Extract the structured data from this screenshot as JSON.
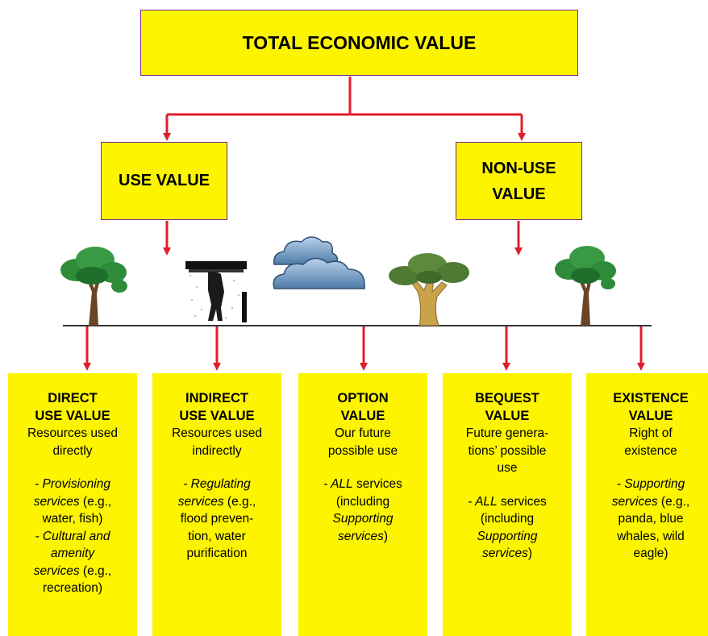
{
  "total": "TOTAL ECONOMIC VALUE",
  "use_value": "USE VALUE",
  "non_use_value": [
    "NON-USE",
    "VALUE"
  ],
  "columns": [
    {
      "title": [
        "DIRECT",
        "USE VALUE"
      ],
      "desc": [
        "Resources used",
        "directly"
      ],
      "services": [
        [
          {
            "t": "- ",
            "i": true
          },
          {
            "t": "Provisioning",
            "i": true
          }
        ],
        [
          {
            "t": "services",
            "i": true
          },
          {
            "t": " (e.g.,",
            "i": false
          }
        ],
        [
          {
            "t": "water, fish)",
            "i": false
          }
        ],
        [
          {
            "t": "- Cultural and",
            "i": true
          }
        ],
        [
          {
            "t": "amenity",
            "i": true
          }
        ],
        [
          {
            "t": "services",
            "i": true
          },
          {
            "t": " (e.g.,",
            "i": false
          }
        ],
        [
          {
            "t": "recreation)",
            "i": false
          }
        ]
      ]
    },
    {
      "title": [
        "INDIRECT",
        "USE VALUE"
      ],
      "desc": [
        "Resources used",
        "indirectly"
      ],
      "services": [
        [
          {
            "t": "- Regulating",
            "i": true
          }
        ],
        [
          {
            "t": "services",
            "i": true
          },
          {
            "t": " (e.g.,",
            "i": false
          }
        ],
        [
          {
            "t": "flood preven-",
            "i": false
          }
        ],
        [
          {
            "t": "tion, water",
            "i": false
          }
        ],
        [
          {
            "t": "purification",
            "i": false
          }
        ]
      ]
    },
    {
      "title": [
        "OPTION",
        "VALUE"
      ],
      "desc": [
        "Our future",
        "possible use"
      ],
      "services": [
        [
          {
            "t": "- ALL",
            "i": true
          },
          {
            "t": " services",
            "i": false
          }
        ],
        [
          {
            "t": "(including",
            "i": false
          }
        ],
        [
          {
            "t": "Supporting",
            "i": true
          }
        ],
        [
          {
            "t": "services",
            "i": true
          },
          {
            "t": ")",
            "i": false
          }
        ]
      ]
    },
    {
      "title": [
        "BEQUEST",
        "VALUE"
      ],
      "desc": [
        "Future genera-",
        "tions’ possible",
        "use"
      ],
      "services": [
        [
          {
            "t": "- ALL",
            "i": true
          },
          {
            "t": " services",
            "i": false
          }
        ],
        [
          {
            "t": "(including",
            "i": false
          }
        ],
        [
          {
            "t": "Supporting",
            "i": true
          }
        ],
        [
          {
            "t": "services",
            "i": true
          },
          {
            "t": ")",
            "i": false
          }
        ]
      ]
    },
    {
      "title": [
        "EXISTENCE",
        "VALUE"
      ],
      "desc": [
        "Right of",
        "existence"
      ],
      "services": [
        [
          {
            "t": "- Supporting",
            "i": true
          }
        ],
        [
          {
            "t": "services",
            "i": true
          },
          {
            "t": " (e.g.,",
            "i": false
          }
        ],
        [
          {
            "t": "panda, blue",
            "i": false
          }
        ],
        [
          {
            "t": "whales, wild",
            "i": false
          }
        ],
        [
          {
            "t": "eagle)",
            "i": false
          }
        ]
      ]
    }
  ],
  "colors": {
    "box_fill": "#fcf400",
    "box_border": "#7a2a8c",
    "arrow": "#e01e2c"
  },
  "icons": [
    "tree-icon",
    "person-in-rain-icon",
    "clouds-icon",
    "baobab-tree-icon",
    "tree-icon"
  ]
}
